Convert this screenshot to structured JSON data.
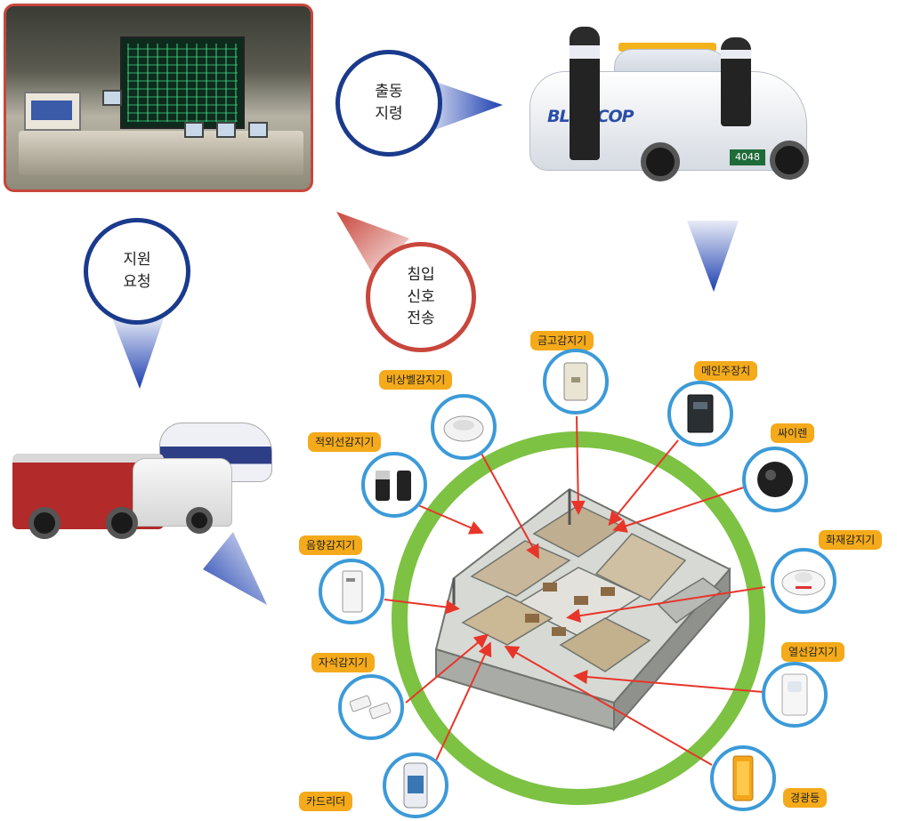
{
  "flow_labels": {
    "dispatch": "출동\n지령",
    "support_request": "지원\n요청",
    "intrusion_signal": "침입\n신호\n전송"
  },
  "car_photo": {
    "logo": "BLUE COP",
    "plate": "4048"
  },
  "sensors": {
    "emergency_bell": "비상벨감지기",
    "safe": "금고감지기",
    "main_controller": "메인주장치",
    "infrared": "적외선감지기",
    "siren": "싸이렌",
    "sound": "음향감지기",
    "fire": "화재감지기",
    "magnetic": "자석감지기",
    "heat": "열선감지기",
    "card_reader": "카드리더",
    "warning_light": "경광등"
  },
  "colors": {
    "blue_ring": "#1a3a8c",
    "red_ring": "#c8463c",
    "green_ring": "#7dc243",
    "sensor_ring": "#3c9ad8",
    "sensor_tag": "#f4aa1a",
    "arrow_line": "#e8352a"
  }
}
